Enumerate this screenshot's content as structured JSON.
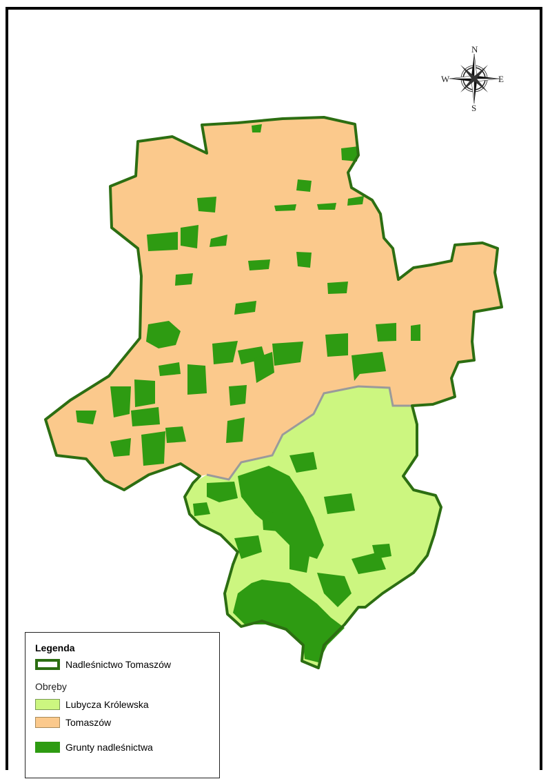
{
  "map": {
    "colors": {
      "tomaszow_region": "#fbc98c",
      "lubycza_region": "#ccf680",
      "forest_land": "#2e9b12",
      "district_border": "#2c6e12",
      "region_divider": "#9a9a9a"
    }
  },
  "compass": {
    "north": "N",
    "south": "S",
    "east": "E",
    "west": "W",
    "icon": "compass-rose-icon"
  },
  "legend": {
    "title": "Legenda",
    "district_label": "Nadleśnictwo Tomaszów",
    "subheading": "Obręby",
    "region_1_label": "Lubycza Królewska",
    "region_2_label": "Tomaszów",
    "forest_label": "Grunty nadleśnictwa"
  }
}
